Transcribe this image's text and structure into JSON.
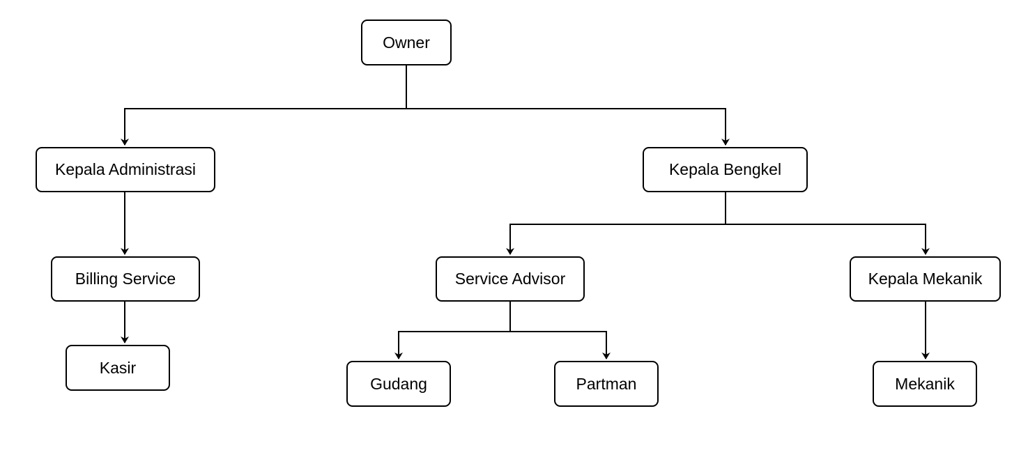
{
  "diagram": {
    "type": "organization-chart",
    "nodes": {
      "owner": "Owner",
      "kepala_administrasi": "Kepala Administrasi",
      "kepala_bengkel": "Kepala Bengkel",
      "billing_service": "Billing Service",
      "kasir": "Kasir",
      "service_advisor": "Service Advisor",
      "kepala_mekanik": "Kepala Mekanik",
      "gudang": "Gudang",
      "partman": "Partman",
      "mekanik": "Mekanik"
    },
    "edges": [
      [
        "owner",
        "kepala_administrasi"
      ],
      [
        "owner",
        "kepala_bengkel"
      ],
      [
        "kepala_administrasi",
        "billing_service"
      ],
      [
        "billing_service",
        "kasir"
      ],
      [
        "kepala_bengkel",
        "service_advisor"
      ],
      [
        "kepala_bengkel",
        "kepala_mekanik"
      ],
      [
        "service_advisor",
        "gudang"
      ],
      [
        "service_advisor",
        "partman"
      ],
      [
        "kepala_mekanik",
        "mekanik"
      ]
    ],
    "colors": {
      "stroke": "#000000",
      "background": "#ffffff",
      "text": "#000000"
    }
  }
}
